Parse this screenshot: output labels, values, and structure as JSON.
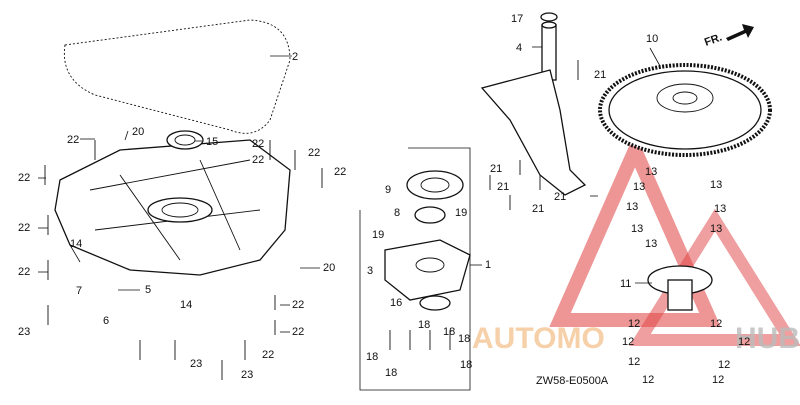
{
  "drawing_code": "ZW58-E0500A",
  "direction_label": "FR.",
  "watermark": {
    "text": "AUTOMOTIVE HUB",
    "visible_text": "AUTOMO",
    "suffix_text": "HUB",
    "color": "#e04040",
    "accent_color": "#f5c89a"
  },
  "colors": {
    "line": "#111111",
    "background": "#ffffff"
  },
  "callouts": [
    {
      "id": "c2",
      "label": "2"
    },
    {
      "id": "c22a",
      "label": "22"
    },
    {
      "id": "c20a",
      "label": "20"
    },
    {
      "id": "c15",
      "label": "15"
    },
    {
      "id": "c22b",
      "label": "22"
    },
    {
      "id": "c22c",
      "label": "22"
    },
    {
      "id": "c22d",
      "label": "22"
    },
    {
      "id": "c22e",
      "label": "22"
    },
    {
      "id": "c22f",
      "label": "22"
    },
    {
      "id": "c22g",
      "label": "22"
    },
    {
      "id": "c22h",
      "label": "22"
    },
    {
      "id": "c14a",
      "label": "14"
    },
    {
      "id": "c7",
      "label": "7"
    },
    {
      "id": "c6",
      "label": "6"
    },
    {
      "id": "c5",
      "label": "5"
    },
    {
      "id": "c14b",
      "label": "14"
    },
    {
      "id": "c23a",
      "label": "23"
    },
    {
      "id": "c23b",
      "label": "23"
    },
    {
      "id": "c23c",
      "label": "23"
    },
    {
      "id": "c22i",
      "label": "22"
    },
    {
      "id": "c22j",
      "label": "22"
    },
    {
      "id": "c22k",
      "label": "22"
    },
    {
      "id": "c20b",
      "label": "20"
    },
    {
      "id": "c9",
      "label": "9"
    },
    {
      "id": "c8",
      "label": "8"
    },
    {
      "id": "c19a",
      "label": "19"
    },
    {
      "id": "c19b",
      "label": "19"
    },
    {
      "id": "c3",
      "label": "3"
    },
    {
      "id": "c1",
      "label": "1"
    },
    {
      "id": "c16",
      "label": "16"
    },
    {
      "id": "c18a",
      "label": "18"
    },
    {
      "id": "c18b",
      "label": "18"
    },
    {
      "id": "c18c",
      "label": "18"
    },
    {
      "id": "c18d",
      "label": "18"
    },
    {
      "id": "c18e",
      "label": "18"
    },
    {
      "id": "c18f",
      "label": "18"
    },
    {
      "id": "c17",
      "label": "17"
    },
    {
      "id": "c4",
      "label": "4"
    },
    {
      "id": "c21a",
      "label": "21"
    },
    {
      "id": "c21b",
      "label": "21"
    },
    {
      "id": "c21c",
      "label": "21"
    },
    {
      "id": "c21d",
      "label": "21"
    },
    {
      "id": "c21e",
      "label": "21"
    },
    {
      "id": "c10",
      "label": "10"
    },
    {
      "id": "c13a",
      "label": "13"
    },
    {
      "id": "c13b",
      "label": "13"
    },
    {
      "id": "c13c",
      "label": "13"
    },
    {
      "id": "c13d",
      "label": "13"
    },
    {
      "id": "c13e",
      "label": "13"
    },
    {
      "id": "c13f",
      "label": "13"
    },
    {
      "id": "c13g",
      "label": "13"
    },
    {
      "id": "c13h",
      "label": "13"
    },
    {
      "id": "c11",
      "label": "11"
    },
    {
      "id": "c12a",
      "label": "12"
    },
    {
      "id": "c12b",
      "label": "12"
    },
    {
      "id": "c12c",
      "label": "12"
    },
    {
      "id": "c12d",
      "label": "12"
    },
    {
      "id": "c12e",
      "label": "12"
    },
    {
      "id": "c12f",
      "label": "12"
    },
    {
      "id": "c12g",
      "label": "12"
    },
    {
      "id": "c12h",
      "label": "12"
    }
  ]
}
